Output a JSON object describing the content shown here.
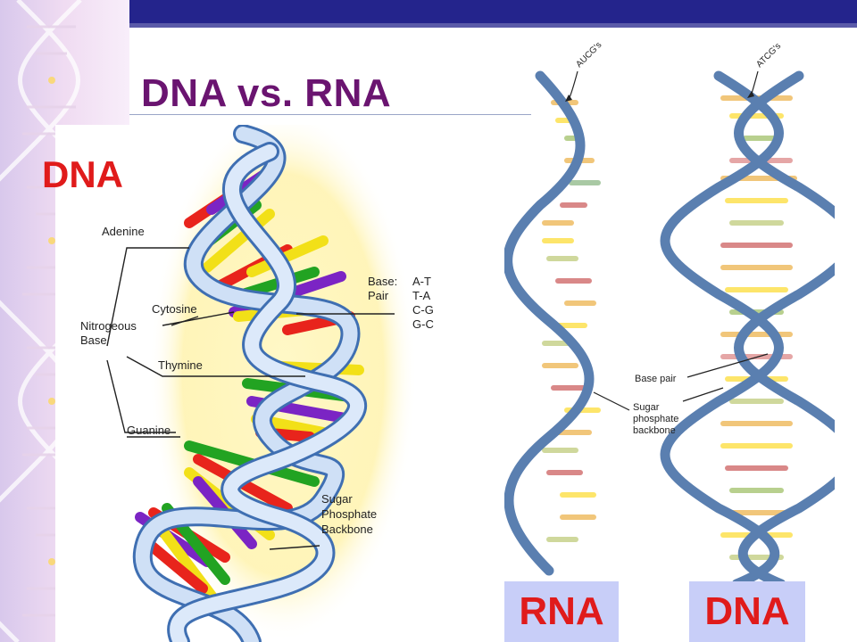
{
  "slide": {
    "title": "DNA vs. RNA",
    "dna_label": "DNA",
    "bottom_rna_label": "RNA",
    "bottom_dna_label": "DNA"
  },
  "left_diagram": {
    "adenine": "Adenine",
    "nitrogenous_base": [
      "Nitrogeous",
      "Base"
    ],
    "cytosine": "Cytosine",
    "thymine": "Thymine",
    "guanine": "Guanine",
    "base_pair_title": [
      "Base:",
      "Pair"
    ],
    "base_pairs": [
      "A-T",
      "T-A",
      "C-G",
      "G-C"
    ],
    "backbone": [
      "Sugar",
      "Phosphate",
      "Backbone"
    ]
  },
  "right_diagram": {
    "rna_bases": "AUCG's",
    "dna_bases": "ATCG's",
    "base_pair": "Base pair",
    "backbone": [
      "Sugar",
      "phosphate",
      "backbone"
    ]
  },
  "colors": {
    "title": "#6a1470",
    "label_red": "#e01b1b",
    "topbar": "#24248c",
    "box": "#c8cef8",
    "strand": "#4a6fa5",
    "adenine": "#e8241c",
    "thymine": "#22a322",
    "cytosine": "#f2e018",
    "guanine": "#7b24c4"
  }
}
